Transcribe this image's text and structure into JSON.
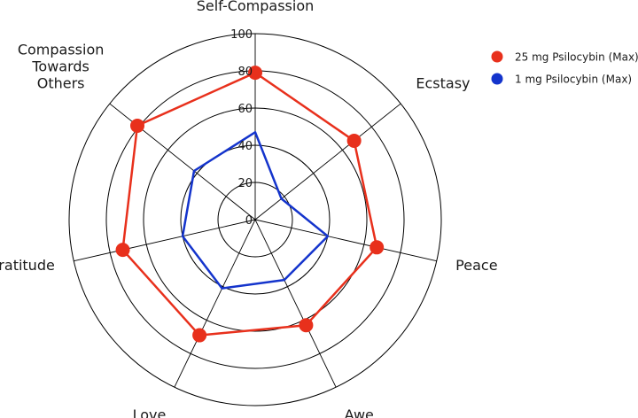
{
  "chart_data": {
    "type": "radar",
    "categories": [
      "Self-Compassion",
      "Ecstasy",
      "Peace",
      "Awe",
      "Love",
      "Gratitude",
      "Compassion Towards Others"
    ],
    "category_lines": [
      [
        "Self-Compassion"
      ],
      [
        "Ecstasy"
      ],
      [
        "Peace"
      ],
      [
        "Awe"
      ],
      [
        "Love"
      ],
      [
        "Gratitude"
      ],
      [
        "Compassion",
        "Towards",
        "Others"
      ]
    ],
    "rlim": [
      0,
      100
    ],
    "ticks": [
      0,
      20,
      40,
      60,
      80,
      100
    ],
    "grid": true,
    "legend": "top-right",
    "series": [
      {
        "name": "25 mg Psilocybin (Max)",
        "color": "#e8301c",
        "markers": true,
        "values": [
          79,
          68,
          67,
          63,
          69,
          73,
          81
        ]
      },
      {
        "name": "1 mg Psilocybin (Max)",
        "color": "#1434cc",
        "markers": false,
        "values": [
          47,
          18,
          40,
          36,
          41,
          40,
          42
        ]
      }
    ]
  }
}
